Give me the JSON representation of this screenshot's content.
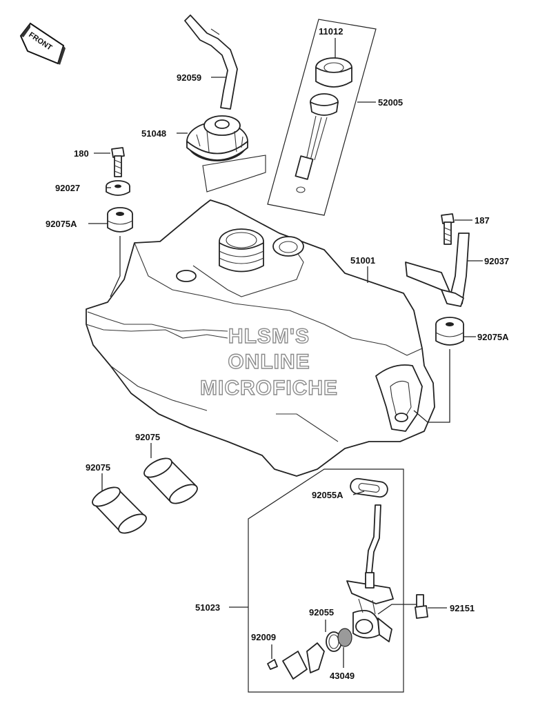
{
  "watermark": {
    "line1": "HLSM'S",
    "line2": "ONLINE",
    "line3": "MICROFICHE"
  },
  "front_arrow": {
    "label": "FRONT"
  },
  "part_labels": {
    "p92059": "92059",
    "p51048": "51048",
    "p11012": "11012",
    "p52005": "52005",
    "p180": "180",
    "p92027": "92027",
    "p92075A_left": "92075A",
    "p187": "187",
    "p51001": "51001",
    "p92037": "92037",
    "p92075A_right": "92075A",
    "p92075_upper": "92075",
    "p92075_lower": "92075",
    "p92055A": "92055A",
    "p51023": "51023",
    "p92151": "92151",
    "p92055": "92055",
    "p92009": "92009",
    "p43049": "43049"
  }
}
